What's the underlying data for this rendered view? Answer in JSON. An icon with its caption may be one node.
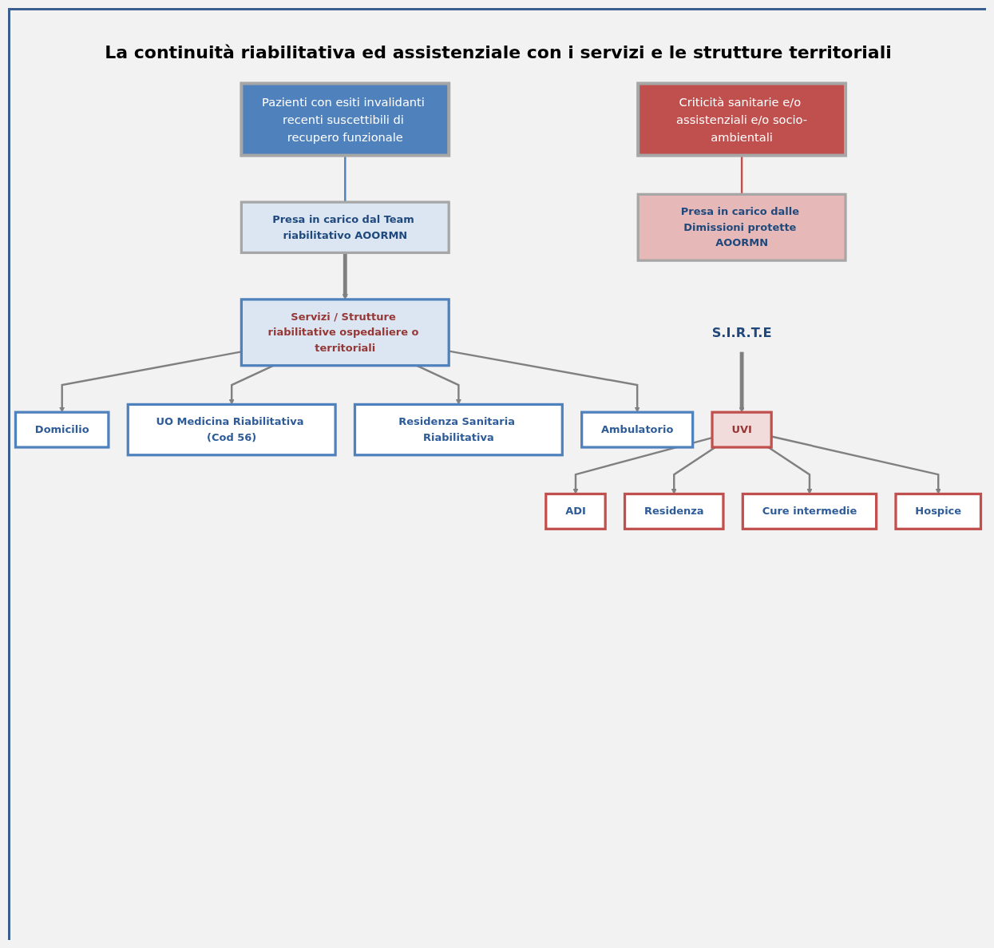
{
  "diagram": {
    "title": "La continuità riabilitativa ed assistenziale con i servizi e le strutture territoriali",
    "nodes": [
      {
        "text": [
          "Pazienti con esiti invalidanti recenti suscettibili di recupero funzionale"
        ]
      },
      {
        "text": [
          "Presa in carico dal Team riabilitativo AOORMN"
        ]
      },
      {
        "text": [
          "Servizi / Strutture riabilitative ospedaliere o territoriali"
        ]
      },
      {
        "text": [
          "Domicilio"
        ]
      },
      {
        "text": [
          "UO Medicina Riabilitativa (Cod 56)"
        ]
      },
      {
        "text": [
          "Residenza Sanitaria Riabilitativa"
        ]
      },
      {
        "text": [
          "Ambulatorio"
        ]
      },
      {
        "text": [
          "Criticità sanitarie e/o assistenziali e/o socio-ambientali"
        ]
      },
      {
        "text": [
          "Presa in carico dalle Dimissioni protette AOORMN"
        ]
      },
      {
        "text": [
          "S.I.R.T.E"
        ]
      },
      {
        "text": [
          "UVI"
        ]
      },
      {
        "text": [
          "ADI"
        ]
      },
      {
        "text": [
          "Residenza"
        ]
      },
      {
        "text": [
          "Cure intermedie"
        ]
      },
      {
        "text": [
          "Hospice"
        ]
      }
    ],
    "edges": [
      {
        "from": 0,
        "to": 1,
        "arrow": "none",
        "color": "#4f81bd"
      },
      {
        "from": 1,
        "to": 2,
        "arrow": "to",
        "style": "thick"
      },
      {
        "from": 2,
        "to": 3,
        "arrow": "to"
      },
      {
        "from": 2,
        "to": 4,
        "arrow": "to"
      },
      {
        "from": 2,
        "to": 5,
        "arrow": "to"
      },
      {
        "from": 2,
        "to": 6,
        "arrow": "to"
      },
      {
        "from": 7,
        "to": 8,
        "arrow": "none",
        "color": "#c0504d"
      },
      {
        "from": 9,
        "to": 10,
        "arrow": "to",
        "style": "thick"
      },
      {
        "from": 10,
        "to": 11,
        "arrow": "to"
      },
      {
        "from": 10,
        "to": 12,
        "arrow": "to"
      },
      {
        "from": 10,
        "to": 13,
        "arrow": "to"
      },
      {
        "from": 10,
        "to": 14,
        "arrow": "to"
      }
    ]
  }
}
